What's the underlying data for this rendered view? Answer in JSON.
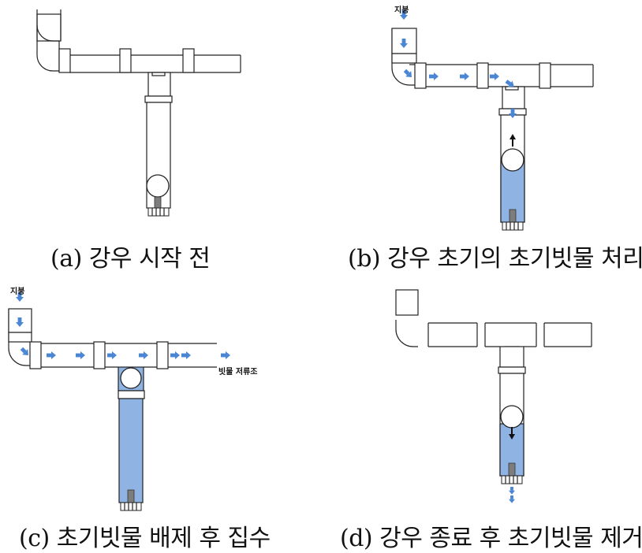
{
  "panels": {
    "a": {
      "caption": "(a) 강우 시작 전"
    },
    "b": {
      "caption": "(b) 강우 초기의 초기빗물 처리",
      "roof_label": "지붕"
    },
    "c": {
      "caption": "(c) 초기빗물 배제 후 집수",
      "roof_label": "지붕",
      "outlet_label": "빗물 저류조"
    },
    "d": {
      "caption": "(d) 강우 종료 후 초기빗물 제거"
    }
  },
  "colors": {
    "water": "#8fb3e3",
    "flow_arrow": "#4a86d4",
    "float_arrow": "#111111",
    "line": "#222222"
  },
  "icons": [
    "blue-flow-arrow",
    "black-direction-arrow",
    "float-ball",
    "drain-grate"
  ]
}
